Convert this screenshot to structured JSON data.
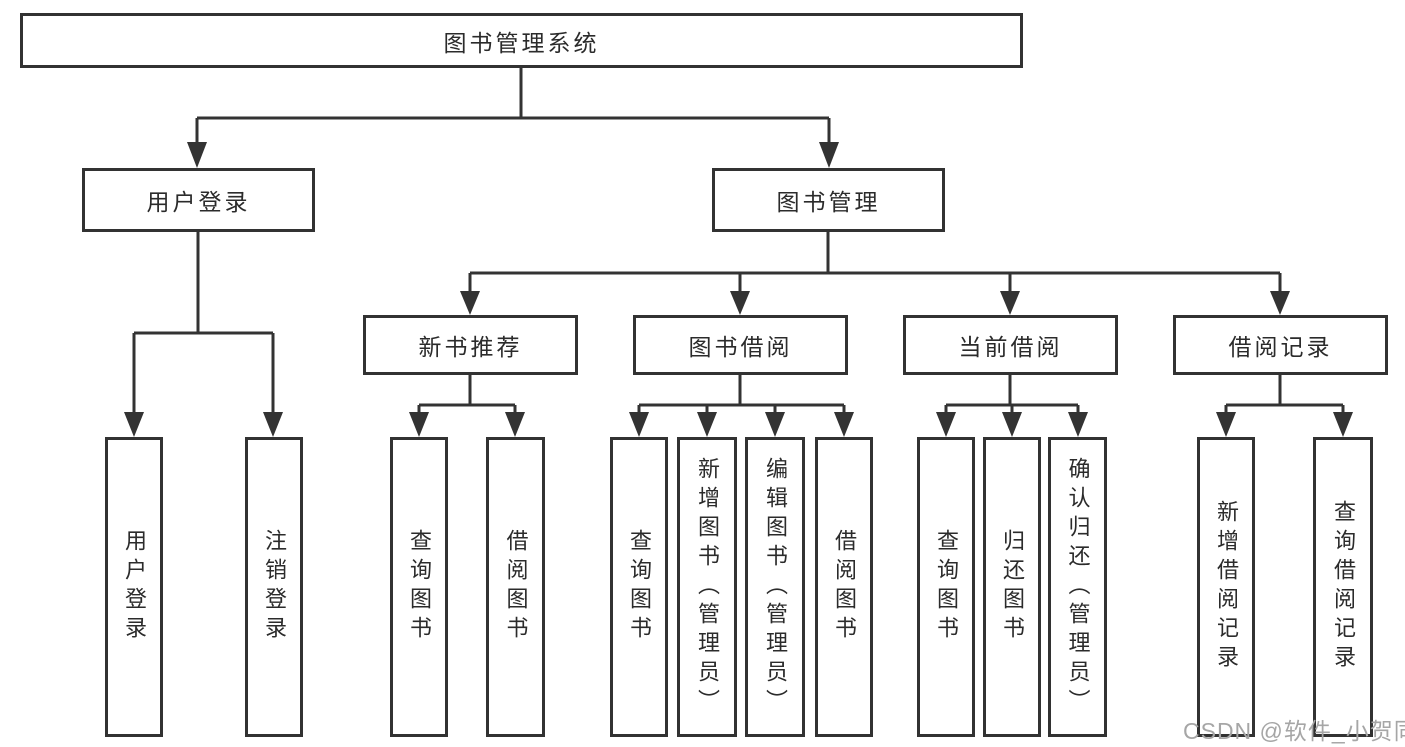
{
  "tree": {
    "root": {
      "label": "图书管理系统"
    },
    "branches": [
      {
        "label": "用户登录",
        "children": [
          {
            "label": "用户登录"
          },
          {
            "label": "注销登录"
          }
        ]
      },
      {
        "label": "图书管理",
        "children": [
          {
            "label": "新书推荐",
            "children": [
              {
                "label": "查询图书"
              },
              {
                "label": "借阅图书"
              }
            ]
          },
          {
            "label": "图书借阅",
            "children": [
              {
                "label": "查询图书"
              },
              {
                "label": "新增图书（管理员）"
              },
              {
                "label": "编辑图书（管理员）"
              },
              {
                "label": "借阅图书"
              }
            ]
          },
          {
            "label": "当前借阅",
            "children": [
              {
                "label": "查询图书"
              },
              {
                "label": "归还图书"
              },
              {
                "label": "确认归还（管理员）"
              }
            ]
          },
          {
            "label": "借阅记录",
            "children": [
              {
                "label": "新增借阅记录"
              },
              {
                "label": "查询借阅记录"
              }
            ]
          }
        ]
      }
    ]
  },
  "watermark": {
    "text": "CSDN @软件_小贺同学"
  },
  "colors": {
    "line": "#333333",
    "text": "#2b2b2b",
    "watermark": "#a6a6a6",
    "background": "#ffffff"
  }
}
